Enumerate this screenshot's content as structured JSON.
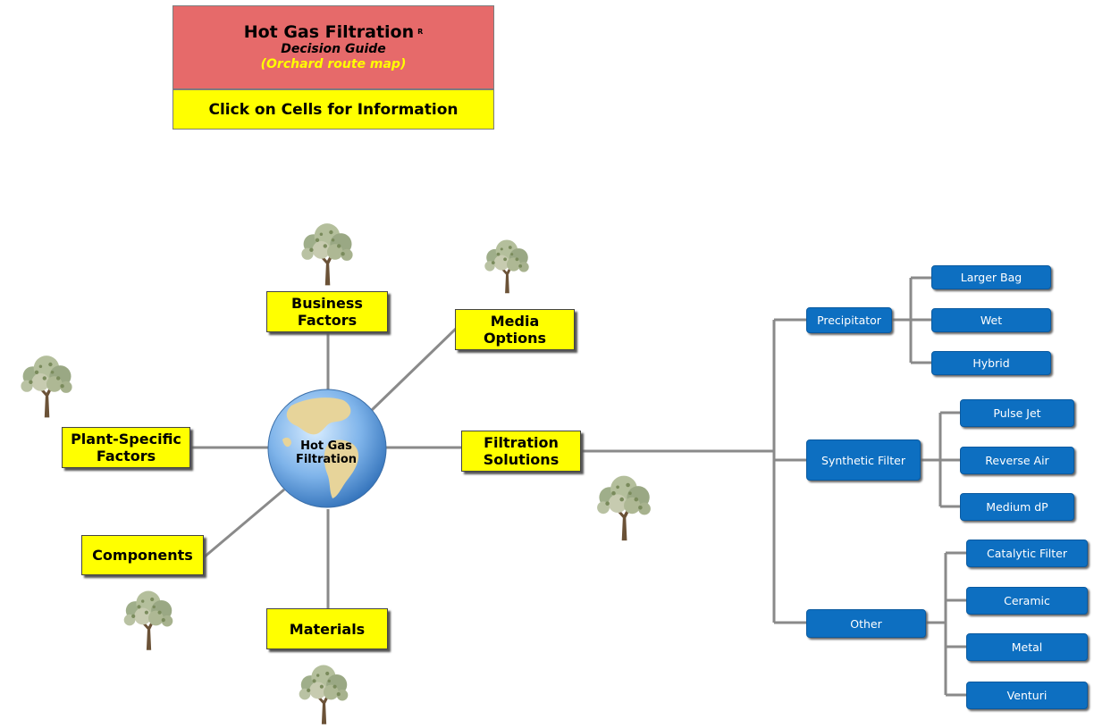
{
  "header": {
    "title": "Hot Gas Filtration",
    "title_mark": "R",
    "subtitle": "Decision Guide",
    "subtitle2": "(Orchard route map)",
    "click_label": "Click on Cells for Information"
  },
  "center": {
    "label_line1": "Hot Gas",
    "label_line2": "Filtration"
  },
  "categories": {
    "business": [
      "Business",
      "Factors"
    ],
    "media": [
      "Media",
      "Options"
    ],
    "plant": [
      "Plant-Specific",
      "Factors"
    ],
    "filtration": [
      "Filtration",
      "Solutions"
    ],
    "components": "Components",
    "materials": "Materials"
  },
  "tree": {
    "precipitator": {
      "label": "Precipitator",
      "children": [
        "Larger Bag",
        "Wet",
        "Hybrid"
      ]
    },
    "synthetic": {
      "label": "Synthetic Filter",
      "children": [
        "Pulse Jet",
        "Reverse Air",
        "Medium dP"
      ]
    },
    "other": {
      "label": "Other",
      "children": [
        "Catalytic Filter",
        "Ceramic",
        "Metal",
        "Venturi"
      ]
    }
  },
  "colors": {
    "title_bg": "#e66a6a",
    "highlight_yellow": "#ffff00",
    "button_blue": "#0d6fc1",
    "connector_gray": "#8a8a8a"
  },
  "icons": [
    "tree-icon",
    "globe-icon"
  ]
}
